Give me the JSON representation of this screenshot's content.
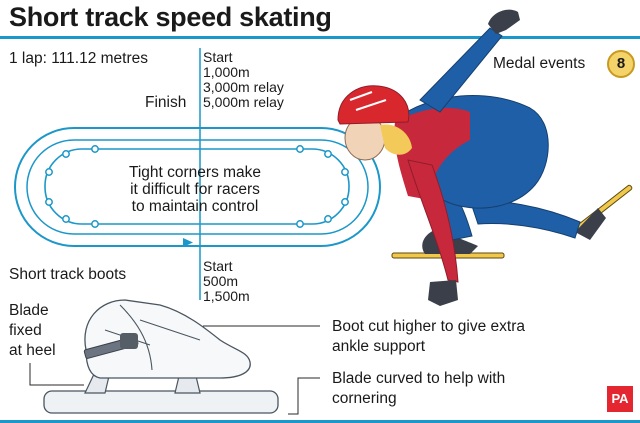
{
  "title": "Short track speed skating",
  "lap_info": "1 lap: 111.12 metres",
  "medal_events": {
    "label": "Medal events",
    "count": "8"
  },
  "start_top": [
    "Start",
    "1,000m",
    "3,000m relay",
    "5,000m relay"
  ],
  "finish_label": "Finish",
  "track_note": [
    "Tight corners make",
    "it difficult for racers",
    "to maintain control"
  ],
  "boots_heading": "Short track boots",
  "start_bottom": [
    "Start",
    "500m",
    "1,500m"
  ],
  "blade_heel": [
    "Blade",
    "fixed",
    "at heel"
  ],
  "boot_note": [
    "Boot cut higher to give extra",
    "ankle support"
  ],
  "blade_note": [
    "Blade curved to help with",
    "cornering"
  ],
  "credit": "PA",
  "colors": {
    "accent": "#1c97c9",
    "helmet": "#d9272e",
    "suit_blue": "#1f5fa8",
    "suit_red": "#c8283b",
    "medal": "#f4d36b",
    "blade": "#f2c84b"
  }
}
